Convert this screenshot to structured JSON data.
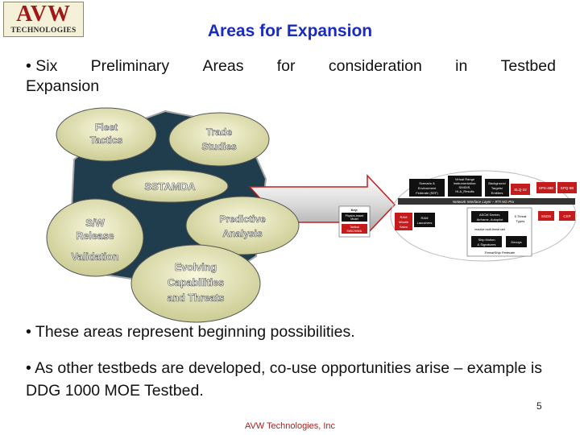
{
  "logo": {
    "big": "AVW",
    "small": "TECHNOLOGIES"
  },
  "title": "Areas for Expansion",
  "bullets": {
    "b1_words": [
      "Six",
      "Preliminary",
      "Areas",
      "for",
      "consideration",
      "in",
      "Testbed"
    ],
    "b1_line2": "Expansion",
    "b2": "These areas represent beginning possibilities.",
    "b3": "As other testbeds are developed, co-use opportunities arise – example is DDG 1000 MOE Testbed."
  },
  "diagram": {
    "center": "SSTAMDA",
    "ovals": {
      "fleet": [
        "Fleet",
        "Tactics"
      ],
      "trade": [
        "Trade",
        "Studies"
      ],
      "sw": [
        "S/W",
        "Release",
        "Validation"
      ],
      "predictive": [
        "Predictive",
        "Analysis"
      ],
      "evolving": [
        "Evolving",
        "Capabilities",
        "and Threats"
      ]
    }
  },
  "architecture": {
    "top_boxes": [
      "Scenario &",
      "Environment",
      "Federate (SEF)",
      "Virtual Range",
      "Instrumentation:",
      "SIMDIS,",
      "HLA_Results",
      "Background",
      "Targets/",
      "Emitters",
      "SLQ-32",
      "SPS-48E",
      "SPQ-9B"
    ],
    "network_label": "Network Interface Layer – RTI NG Pro",
    "mid_boxes": [
      "RAM",
      "Missile",
      "Salvo",
      "RAM",
      "Launchers",
      "ASCM Seeker,",
      "Airframe, Autopilot",
      "5 Threat",
      "Types",
      "reactive multi-threat raid",
      "Ship Motion",
      "& Signatures",
      "Decoys",
      "Threat/Ship Federate",
      "SSDS",
      "CEP"
    ],
    "key": [
      "Key:",
      "Physics-based",
      "Model",
      "Tactical",
      "SWIC/WMIL"
    ]
  },
  "page_number": "5",
  "footer": "AVW Technologies, Inc"
}
